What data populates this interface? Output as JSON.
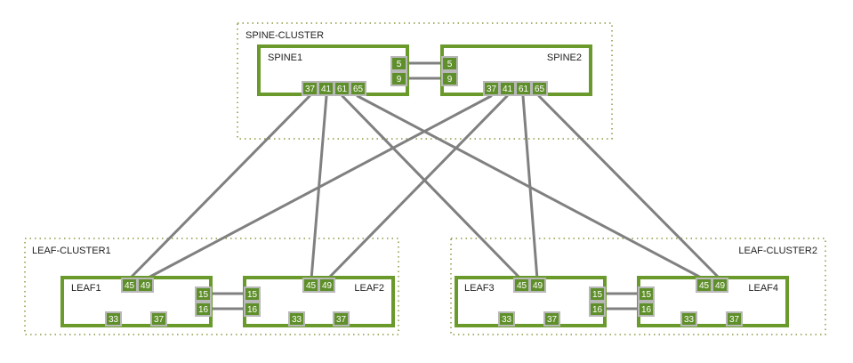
{
  "colors": {
    "device_border": "#6b9a2c",
    "port_fill": "#5f8f2a",
    "port_border": "#b8b8b8",
    "link": "#808080",
    "cluster_border": "#8a9a40"
  },
  "clusters": {
    "spine": "SPINE-CLUSTER",
    "leaf1": "LEAF-CLUSTER1",
    "leaf2": "LEAF-CLUSTER2"
  },
  "devices": {
    "spine1": {
      "name": "SPINE1",
      "ports": [
        "5",
        "9",
        "37",
        "41",
        "61",
        "65"
      ]
    },
    "spine2": {
      "name": "SPINE2",
      "ports": [
        "5",
        "9",
        "37",
        "41",
        "61",
        "65"
      ]
    },
    "leaf1": {
      "name": "LEAF1",
      "ports": [
        "45",
        "49",
        "15",
        "16",
        "33",
        "37"
      ]
    },
    "leaf2": {
      "name": "LEAF2",
      "ports": [
        "45",
        "49",
        "15",
        "16",
        "33",
        "37"
      ]
    },
    "leaf3": {
      "name": "LEAF3",
      "ports": [
        "45",
        "49",
        "15",
        "16",
        "33",
        "37"
      ]
    },
    "leaf4": {
      "name": "LEAF4",
      "ports": [
        "45",
        "49",
        "15",
        "16",
        "33",
        "37"
      ]
    }
  }
}
